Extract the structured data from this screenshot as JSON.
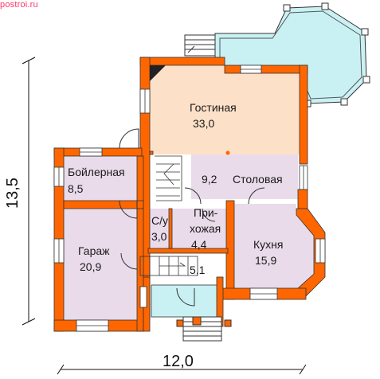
{
  "watermark": "postroi.ru",
  "colors": {
    "wall": "#ff6600",
    "living": "#fde0c8",
    "room": "#e9dbea",
    "terrace": "#c9f1f4",
    "white": "#ffffff"
  },
  "dimensions": {
    "height": "13,5",
    "width": "12,0"
  },
  "rooms": {
    "gostinaya": {
      "name": "Гостиная",
      "area": "33,0"
    },
    "boiler": {
      "name": "Бойлерная",
      "area": "8,5"
    },
    "garage": {
      "name": "Гараж",
      "area": "20,9"
    },
    "hall_small": {
      "area": "9,2"
    },
    "stolovaya": {
      "name": "Столовая"
    },
    "su": {
      "name": "С/у",
      "area": "3,0"
    },
    "prihozhaya": {
      "line1": "При-",
      "line2": "хожая",
      "area": "4,4"
    },
    "kuhnya": {
      "name": "Кухня",
      "area": "15,9"
    },
    "stair": {
      "area": "5,1"
    }
  }
}
